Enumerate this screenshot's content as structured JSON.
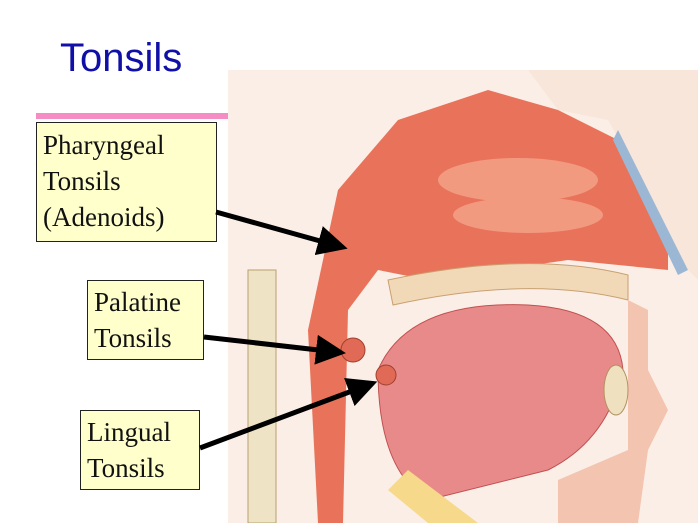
{
  "title": "Tonsils",
  "labels": {
    "pharyngeal": [
      "Pharyngeal",
      "Tonsils",
      "(Adenoids)"
    ],
    "palatine": [
      "Palatine",
      "Tonsils"
    ],
    "lingual": [
      "Lingual",
      "Tonsils"
    ]
  },
  "colors": {
    "title": "#1010a8",
    "rule": "#f58cc3",
    "label_bg": "#ffffcc",
    "tissue": "#e8735a",
    "muscle": "#e98a8a"
  }
}
